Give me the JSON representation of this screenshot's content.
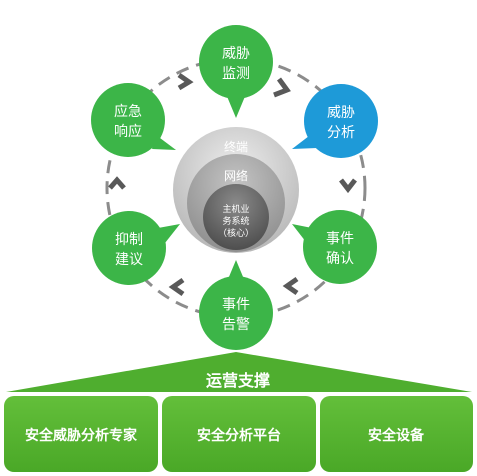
{
  "cycle_nodes": [
    {
      "line1": "威胁",
      "line2": "监测",
      "color": "#3cb548"
    },
    {
      "line1": "威胁",
      "line2": "分析",
      "color": "#1e9ad8"
    },
    {
      "line1": "事件",
      "line2": "确认",
      "color": "#3cb548"
    },
    {
      "line1": "事件",
      "line2": "告警",
      "color": "#3cb548"
    },
    {
      "line1": "抑制",
      "line2": "建议",
      "color": "#3cb548"
    },
    {
      "line1": "应急",
      "line2": "响应",
      "color": "#3cb548"
    }
  ],
  "layers": {
    "outer": "终端",
    "middle": "网络",
    "core_line1": "主机业",
    "core_line2": "务系统",
    "core_line3": "（核心）"
  },
  "base": {
    "title": "运营支撑",
    "boxes": [
      "安全威胁分析专家",
      "安全分析平台",
      "安全设备"
    ]
  },
  "colors": {
    "green": "#3cb548",
    "blue": "#1e9ad8",
    "base_green": "#4fae2f",
    "ring_dash": "#8c8c8c",
    "arrow": "#595959"
  }
}
